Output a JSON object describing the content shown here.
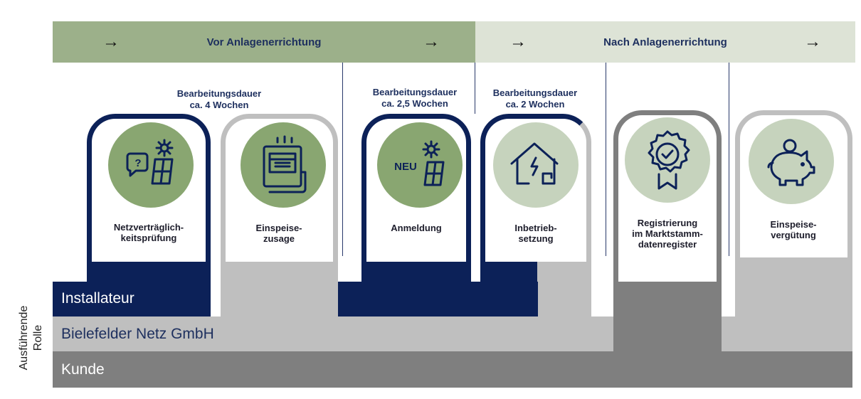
{
  "colors": {
    "navy": "#0c2158",
    "grey_light": "#bfbfbf",
    "grey_dark": "#7f7f7f",
    "banner_green": "#9cb08a",
    "banner_light": "#dde3d6",
    "circle_green": "#89a671",
    "circle_pale": "#c6d3bd"
  },
  "phases": {
    "before": {
      "label": "Vor Anlagenerrichtung",
      "arrow": "→"
    },
    "after": {
      "label": "Nach Anlagenerrichtung",
      "arrow": "→"
    }
  },
  "durations": [
    {
      "line1": "Bearbeitungsdauer",
      "line2": "ca. 4 Wochen"
    },
    {
      "line1": "Bearbeitungsdauer",
      "line2": "ca. 2,5 Wochen"
    },
    {
      "line1": "Bearbeitungsdauer",
      "line2": "ca. 2 Wochen"
    }
  ],
  "steps": [
    {
      "line1": "Netzverträglich-",
      "line2": "keitsprüfung",
      "icon": "question-solar-icon"
    },
    {
      "line1": "Einspeise-",
      "line2": "zusage",
      "icon": "document-printer-icon"
    },
    {
      "line1": "Anmeldung",
      "line2": "",
      "badge": "NEU",
      "icon": "new-solar-icon"
    },
    {
      "line1": "Inbetrieb-",
      "line2": "setzung",
      "icon": "house-power-icon"
    },
    {
      "line1": "Registrierung",
      "line2": "im Marktstamm-",
      "line3": "datenregister",
      "icon": "certified-seal-icon"
    },
    {
      "line1": "Einspeise-",
      "line2": "vergütung",
      "icon": "piggy-bank-icon"
    }
  ],
  "roles": {
    "axis_label_line1": "Ausführende",
    "axis_label_line2": "Rolle",
    "installer": "Installateur",
    "network": "Bielefelder Netz GmbH",
    "customer": "Kunde"
  }
}
